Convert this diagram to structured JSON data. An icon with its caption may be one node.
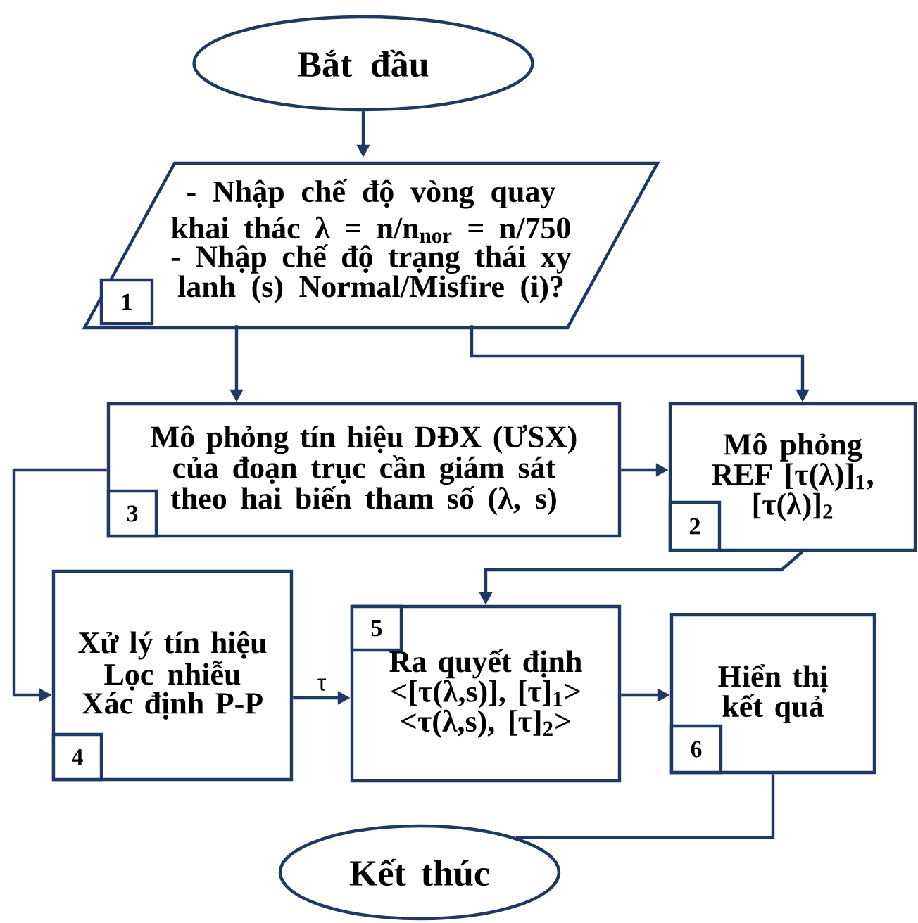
{
  "diagram": {
    "nodes": [
      {
        "text": [
          "Bắt đầu"
        ]
      },
      {
        "text": [
          "- Nhập chế độ vòng quay khai thác λ = n/n$_{nor}$ = n/750",
          "- Nhập chế độ trạng thái xy lanh (s) Normal/Misfire (i)?"
        ]
      },
      {
        "text": [
          "1"
        ],
        "in": 1
      },
      {
        "text": [
          "Mô phỏng tín hiệu DĐX (ƯSX) của đoạn trục cần giám sát theo hai biến tham số (λ, s)"
        ]
      },
      {
        "text": [
          "3"
        ],
        "in": 3
      },
      {
        "text": [
          "Mô phỏng REF [τ(λ)]$_{1}$, [τ(λ)]$_{2}$"
        ]
      },
      {
        "text": [
          "2"
        ],
        "in": 5
      },
      {
        "text": [
          "Xử lý tín hiệu Lọc nhiễu Xác định P-P"
        ]
      },
      {
        "text": [
          "4"
        ],
        "in": 7
      },
      {
        "text": [
          "Ra quyết định <[τ(λ,s)], [τ]$_{1}$> <τ(λ,s), [τ]$_{2}$>"
        ]
      },
      {
        "text": [
          "5"
        ],
        "in": 9
      },
      {
        "text": [
          "Hiển thị kết quả"
        ]
      },
      {
        "text": [
          "6"
        ],
        "in": 11
      },
      {
        "text": [
          "Kết thúc"
        ]
      }
    ],
    "edges": [
      {
        "from": 0,
        "to": 1,
        "arrow": "to"
      },
      {
        "from": 1,
        "to": 3,
        "arrow": "to"
      },
      {
        "from": 1,
        "to": 5,
        "arrow": "to"
      },
      {
        "from": 3,
        "to": 5,
        "arrow": "to"
      },
      {
        "from": 3,
        "to": 7,
        "arrow": "to"
      },
      {
        "from": 7,
        "to": 9,
        "arrow": "to",
        "label": "τ"
      },
      {
        "from": 5,
        "to": 9,
        "arrow": "to"
      },
      {
        "from": 9,
        "to": 11,
        "arrow": "to"
      },
      {
        "from": 11,
        "to": 13,
        "arrow": "none"
      }
    ]
  }
}
